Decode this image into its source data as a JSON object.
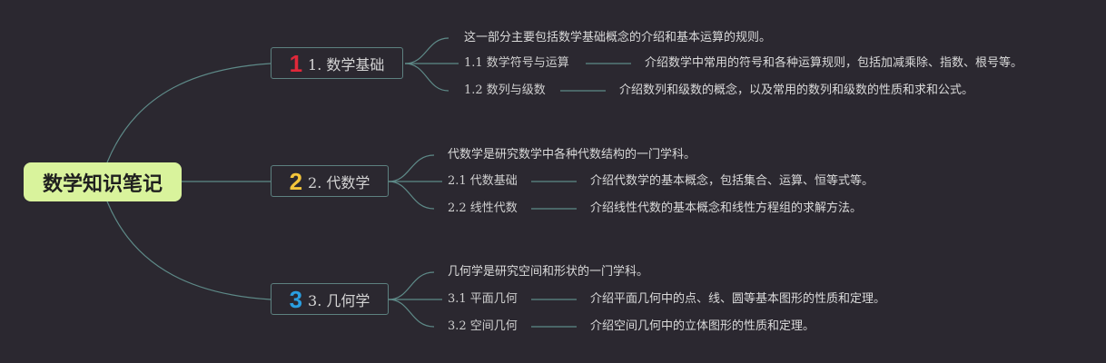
{
  "root": {
    "label": "数学知识笔记"
  },
  "branches": [
    {
      "badge": "1",
      "badge_color": "#e0283a",
      "label": "1. 数学基础",
      "intro": "这一部分主要包括数学基础概念的介绍和基本运算的规则。",
      "items": [
        {
          "title": "1.1 数学符号与运算",
          "desc": "介绍数学中常用的符号和各种运算规则，包括加减乘除、指数、根号等。"
        },
        {
          "title": "1.2 数列与级数",
          "desc": "介绍数列和级数的概念，以及常用的数列和级数的性质和求和公式。"
        }
      ]
    },
    {
      "badge": "2",
      "badge_color": "#f3c43a",
      "label": "2. 代数学",
      "intro": "代数学是研究数学中各种代数结构的一门学科。",
      "items": [
        {
          "title": "2.1 代数基础",
          "desc": "介绍代数学的基本概念，包括集合、运算、恒等式等。"
        },
        {
          "title": "2.2 线性代数",
          "desc": "介绍线性代数的基本概念和线性方程组的求解方法。"
        }
      ]
    },
    {
      "badge": "3",
      "badge_color": "#2a9ee0",
      "label": "3. 几何学",
      "intro": "几何学是研究空间和形状的一门学科。",
      "items": [
        {
          "title": "3.1 平面几何",
          "desc": "介绍平面几何中的点、线、圆等基本图形的性质和定理。"
        },
        {
          "title": "3.2 空间几何",
          "desc": "介绍空间几何中的立体图形的性质和定理。"
        }
      ]
    }
  ]
}
